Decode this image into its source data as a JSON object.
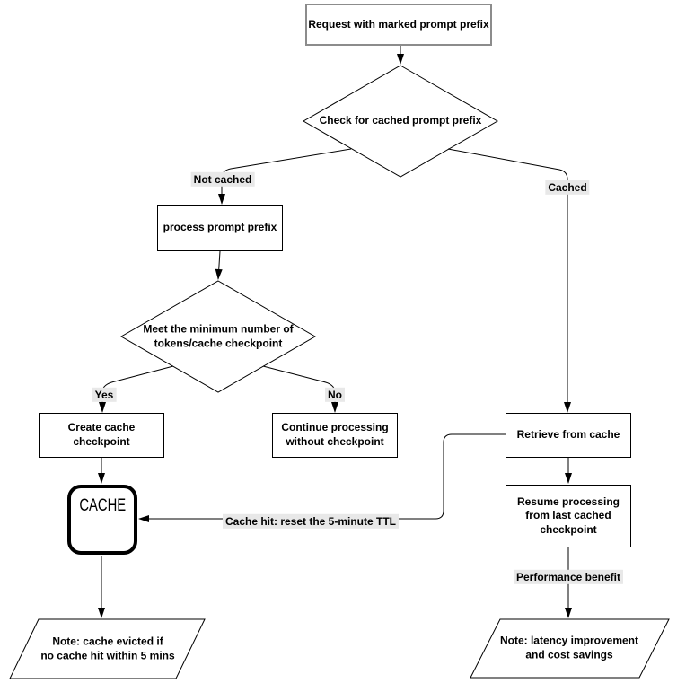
{
  "colors": {
    "stroke": "#000000",
    "node_fill": "#ffffff",
    "label_bg": "#e8e8e8",
    "request_border": "#8c8c8c",
    "canvas_bg": "#ffffff"
  },
  "nodes": {
    "request": "Request with marked prompt prefix",
    "check_cached": "Check for cached prompt prefix",
    "process_prefix": "process prompt prefix",
    "min_tokens": "Meet the minimum number of\ntokens/cache checkpoint",
    "create_checkpoint": "Create cache\ncheckpoint",
    "continue_processing": "Continue processing\nwithout checkpoint",
    "retrieve_cache": "Retrieve from cache",
    "resume_processing": "Resume processing\nfrom last cached\ncheckpoint",
    "cache_store": "CACHE",
    "note_evicted": "Note: cache evicted if\nno cache hit within 5 mins",
    "note_latency": "Note: latency improvement\nand cost savings"
  },
  "edge_labels": {
    "not_cached": "Not cached",
    "cached": "Cached",
    "yes": "Yes",
    "no": "No",
    "cache_hit": "Cache hit: reset the 5-minute TTL",
    "performance": "Performance benefit"
  }
}
